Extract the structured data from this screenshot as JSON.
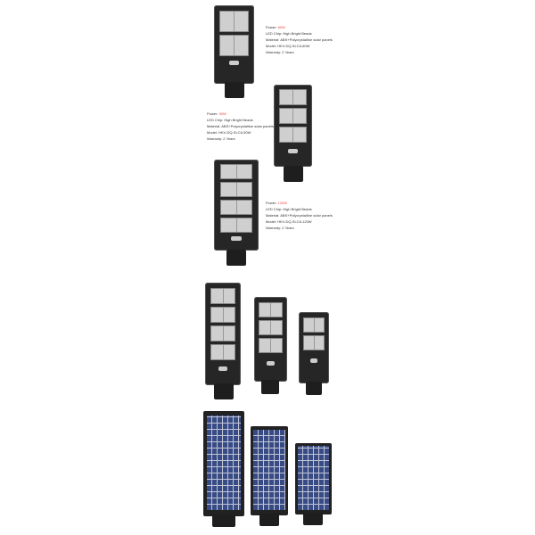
{
  "specs": [
    {
      "power_label": "Power:",
      "power": "60W",
      "chip": "LED Chip: High Bright Beads",
      "material": "Material: ABS+Polycrystalline solar panels",
      "model": "Model: HKV-DQ-SLC6-60W",
      "warranty": "Warranty: 2 Years"
    },
    {
      "power_label": "Power:",
      "power": "90W",
      "chip": "LED Chip: High Bright Beads",
      "material": "Material: ABS+Polycrystalline solar panels",
      "model": "Model: HKV-DQ-SLC6-90W",
      "warranty": "Warranty: 2 Years"
    },
    {
      "power_label": "Power:",
      "power": "120W",
      "chip": "LED Chip: High Bright Beads",
      "material": "Material: ABS+Polycrystalline solar panels",
      "model": "Model: HKV-DQ-SLC6-120W",
      "warranty": "Warranty: 2 Years"
    }
  ],
  "colors": {
    "power": "#e44444",
    "body": "#262626",
    "panel": "#3a4e8a"
  }
}
